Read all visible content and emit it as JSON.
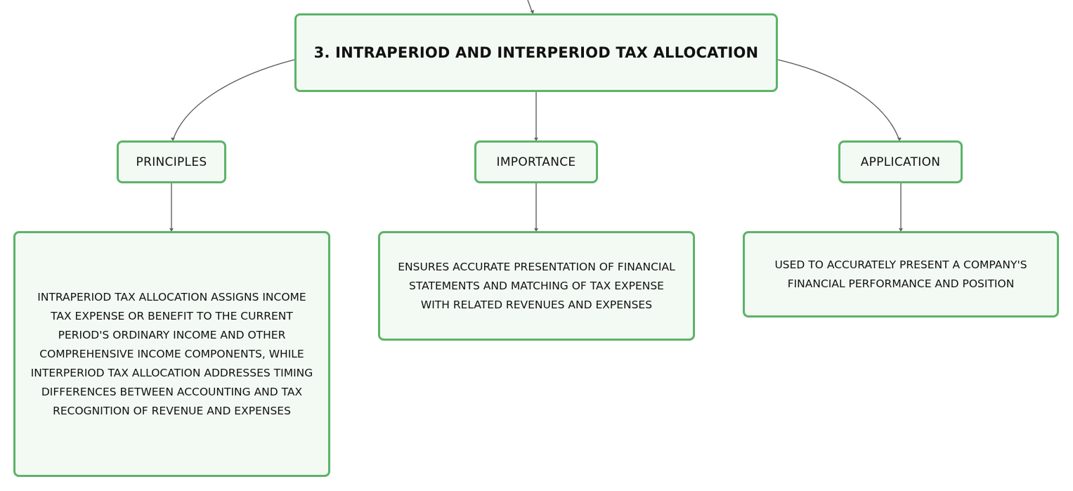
{
  "diagram": {
    "root": {
      "label": "3. INTRAPERIOD AND INTERPERIOD TAX ALLOCATION"
    },
    "branches": [
      {
        "label": "PRINCIPLES",
        "detail_lines": [
          "INTRAPERIOD TAX ALLOCATION ASSIGNS INCOME",
          "TAX EXPENSE OR BENEFIT TO THE CURRENT",
          "PERIOD'S ORDINARY INCOME AND OTHER",
          "COMPREHENSIVE INCOME COMPONENTS, WHILE",
          "INTERPERIOD TAX ALLOCATION ADDRESSES TIMING",
          "DIFFERENCES BETWEEN ACCOUNTING AND TAX",
          "RECOGNITION OF REVENUE AND EXPENSES"
        ]
      },
      {
        "label": "IMPORTANCE",
        "detail_lines": [
          "ENSURES ACCURATE PRESENTATION OF FINANCIAL",
          "STATEMENTS AND MATCHING OF TAX EXPENSE",
          "WITH RELATED REVENUES AND EXPENSES"
        ]
      },
      {
        "label": "APPLICATION",
        "detail_lines": [
          "USED TO ACCURATELY PRESENT A COMPANY'S",
          "FINANCIAL PERFORMANCE AND POSITION"
        ]
      }
    ]
  },
  "colors": {
    "node_border": "#5cb368",
    "node_fill": "#f3faf3",
    "connector": "#555555",
    "text": "#111111"
  }
}
